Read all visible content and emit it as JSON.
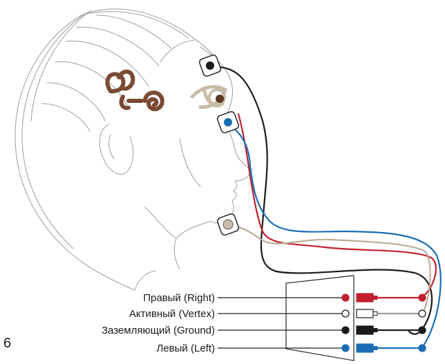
{
  "figure_label": "6",
  "connector": {
    "rows": [
      {
        "label": "Правый (Right)",
        "color": "#c0202e",
        "fill": "#c0202e",
        "hollow": false
      },
      {
        "label": "Активный (Vertex)",
        "color": "#9a9a9a",
        "fill": "#ffffff",
        "hollow": true
      },
      {
        "label": "Заземляющий (Ground)",
        "color": "#1a1a1a",
        "fill": "#1a1a1a",
        "hollow": false
      },
      {
        "label": "Левый (Left)",
        "color": "#1a6db5",
        "fill": "#1a6db5",
        "hollow": false
      }
    ]
  },
  "colors": {
    "head_outline": "#9a9a9a",
    "inner_ear": "#7a4a33",
    "eye": "#c8bca8",
    "wire_red": "#c0202e",
    "wire_blue": "#1a6db5",
    "wire_black": "#1a1a1a",
    "wire_beige": "#b9ad96"
  },
  "icons": [
    "head-outline",
    "inner-ear-icon",
    "eye-icon",
    "electrode-forehead-black",
    "electrode-cheek-blue",
    "electrode-chin-beige"
  ]
}
